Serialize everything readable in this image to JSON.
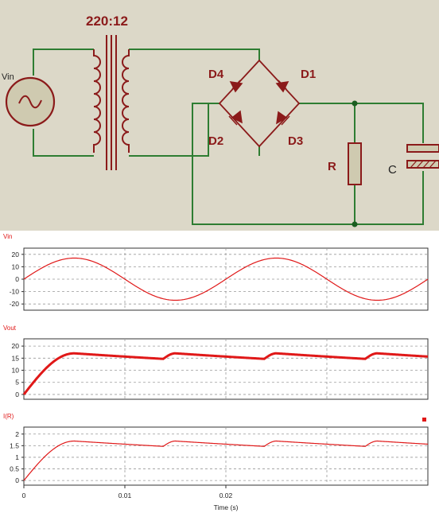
{
  "schematic": {
    "ratio_label": "220:12",
    "source_label": "Vin",
    "diodes": [
      "D4",
      "D1",
      "D2",
      "D3"
    ],
    "resistor_label": "R",
    "capacitor_label": "C",
    "colors": {
      "wire": "#2e7d32",
      "component": "#8b1a1a",
      "background": "#dcd8c8"
    }
  },
  "chart_data": [
    {
      "type": "line",
      "title": "Vin",
      "x_range": [
        0,
        0.04
      ],
      "ylim": [
        -25,
        25
      ],
      "yticks": [
        20,
        10,
        0,
        -10,
        -20
      ],
      "grid": true,
      "series": [
        {
          "name": "Vin",
          "color": "#e01818",
          "amplitude": 17,
          "frequency_hz": 50
        }
      ]
    },
    {
      "type": "line",
      "title": "Vout",
      "x_range": [
        0,
        0.04
      ],
      "ylim": [
        -2,
        23
      ],
      "yticks": [
        20,
        15,
        10,
        5,
        0
      ],
      "grid": true,
      "series": [
        {
          "name": "Vout",
          "color": "#e01818",
          "peak": 17,
          "trough": 14.7,
          "period_s": 0.01
        }
      ]
    },
    {
      "type": "line",
      "title": "I(R)",
      "x_range": [
        0,
        0.04
      ],
      "ylim": [
        -0.2,
        2.3
      ],
      "yticks": [
        2,
        1.5,
        1,
        0.5,
        0
      ],
      "grid": true,
      "series": [
        {
          "name": "I(R)",
          "color": "#e01818",
          "peak": 1.7,
          "trough": 1.47,
          "period_s": 0.01
        }
      ]
    }
  ],
  "xaxis": {
    "ticks": [
      "0",
      "0.01",
      "0.02"
    ],
    "tick_values": [
      0,
      0.01,
      0.02
    ],
    "label": "Time (s)"
  }
}
